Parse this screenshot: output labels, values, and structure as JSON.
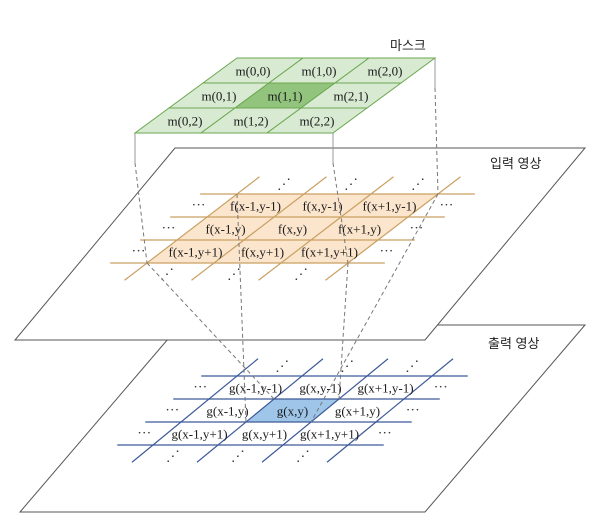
{
  "labels": {
    "mask": "마스크",
    "input": "입력 영상",
    "output": "출력 영상"
  },
  "mask": {
    "cells": [
      "m(0,0)",
      "m(1,0)",
      "m(2,0)",
      "m(0,1)",
      "m(1,1)",
      "m(2,1)",
      "m(0,2)",
      "m(1,2)",
      "m(2,2)"
    ],
    "highlight_index": 4,
    "fill": "#d9ead3",
    "highlight_fill": "#93c47d",
    "stroke": "#6aa84f"
  },
  "input": {
    "cells": [
      "f(x-1,y-1)",
      "f(x,y-1)",
      "f(x+1,y-1)",
      "f(x-1,y)",
      "f(x,y)",
      "f(x+1,y)",
      "f(x-1,y+1)",
      "f(x,y+1)",
      "f(x+1,y+1)"
    ],
    "fill": "#fce5cd",
    "line_color": "#c9a061"
  },
  "output": {
    "cells": [
      "g(x-1,y-1)",
      "g(x,y-1)",
      "g(x+1,y-1)",
      "g(x-1,y)",
      "g(x,y)",
      "g(x+1,y)",
      "g(x-1,y+1)",
      "g(x,y+1)",
      "g(x+1,y+1)"
    ],
    "highlight_index": 4,
    "highlight_fill": "#9fc5e8",
    "line_color": "#3d5a99"
  },
  "ellipsis_h": "···",
  "ellipsis_d": "⋰"
}
